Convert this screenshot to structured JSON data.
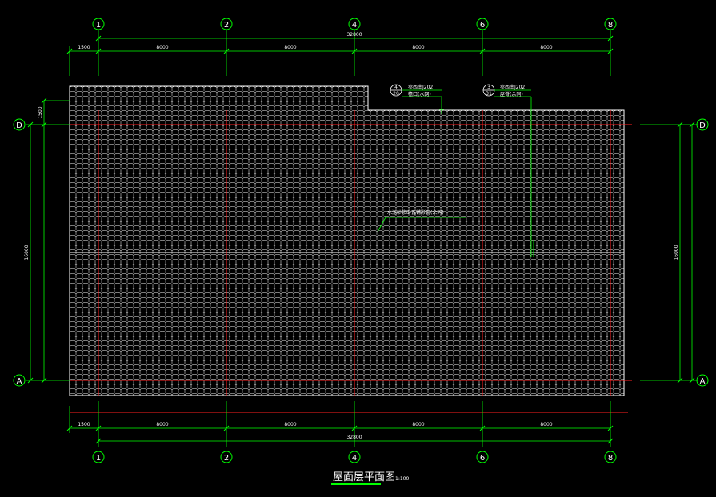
{
  "drawing": {
    "title": "屋面层平面图",
    "title_scale": "1:100",
    "background": "#000000",
    "colors": {
      "dimension": "#00ff00",
      "axis_line": "#ff2020",
      "tile": "#ffffff",
      "text": "#ffffff",
      "bubble": "#ffffff"
    }
  },
  "axes": {
    "columns": [
      "1",
      "2",
      "4",
      "6",
      "8"
    ],
    "rows": [
      "D",
      "A"
    ]
  },
  "dimensions": {
    "top_overall": "32800",
    "top_segments": [
      "1500",
      "8000",
      "8000",
      "8000",
      "8000"
    ],
    "bottom_overall": "32800",
    "bottom_segments": [
      "1500",
      "8000",
      "8000",
      "8000",
      "8000"
    ],
    "left_overall": "16000",
    "left_offset": "1500",
    "right_overall": "16000"
  },
  "annotations": [
    {
      "detail_no": "4",
      "sheet_no": "20",
      "line1": "参西南J202",
      "line2": "檐口(水网)"
    },
    {
      "detail_no": "3",
      "sheet_no": "31",
      "line1": "参西南J202",
      "line2": "屋脊(余同)"
    },
    {
      "note": "水泥砂浆卧瓦铺彩瓦(余同)"
    }
  ]
}
